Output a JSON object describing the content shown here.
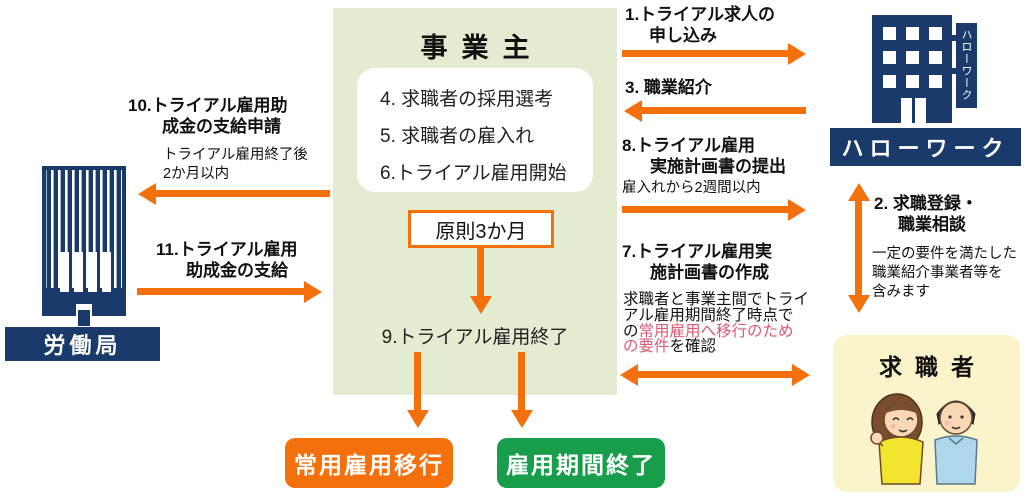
{
  "colors": {
    "orange": "#F3700D",
    "navy": "#1A3A6B",
    "panel_green": "#E3ECD0",
    "pale_yellow": "#FBF3C9",
    "outcome_green": "#189D4B",
    "red_text": "#DB5A73"
  },
  "employer": {
    "title": "事業主",
    "steps": [
      "4. 求職者の採用選考",
      "5. 求職者の雇入れ",
      "6.トライアル雇用開始"
    ],
    "period": "原則3か月",
    "end_step": "9.トライアル雇用終了"
  },
  "outcomes": {
    "regular": "常用雇用移行",
    "end": "雇用期間終了"
  },
  "hellowork": {
    "name": "ハローワーク",
    "sign": "ハローワーク"
  },
  "laborbureau": {
    "name": "労働局"
  },
  "jobseeker": {
    "name": "求職者"
  },
  "flows": {
    "f1": {
      "title1": "1.トライアル求人の",
      "title2": "申し込み"
    },
    "f3": {
      "title": "3. 職業紹介"
    },
    "f8": {
      "title1": "8.トライアル雇用",
      "title2": "実施計画書の提出",
      "note": "雇入れから2週間以内"
    },
    "f7": {
      "title1": "7.トライアル雇用実",
      "title2": "施計画書の作成",
      "note_l1": "求職者と事業主間でトライ",
      "note_l2": "アル雇用期間終了時点で",
      "note_l3_black": "の",
      "note_l3_red": "常用雇用へ移行のため",
      "note_l4_red": "の要件",
      "note_l4_black": "を確認"
    },
    "f2": {
      "title1": "2. 求職登録・",
      "title2": "職業相談",
      "note1": "一定の要件を満たした",
      "note2": "職業紹介事業者等を",
      "note3": "含みます"
    },
    "f10": {
      "title1": "10.トライアル雇用助",
      "title2": "成金の支給申請",
      "note1": "トライアル雇用終了後",
      "note2": "2か月以内"
    },
    "f11": {
      "title1": "11.トライアル雇用",
      "title2": "助成金の支給"
    }
  }
}
